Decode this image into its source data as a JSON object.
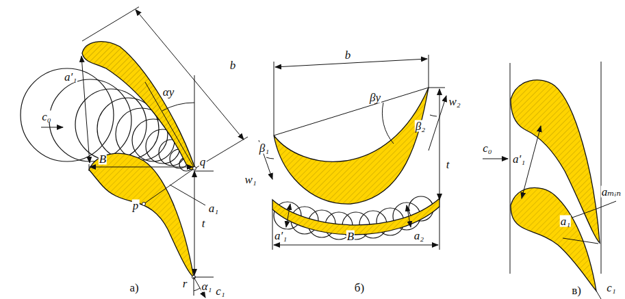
{
  "diagram": {
    "labels": [
      "b",
      "c₀",
      "a′₁",
      "αу",
      "q",
      "p",
      "a₁",
      "t",
      "B",
      "α₁",
      "r",
      "c₁",
      "а)",
      "b",
      "βу",
      "β₁",
      "w₁",
      "β₂",
      "w₂",
      "t",
      "a₂",
      "a′₁",
      "B",
      "б)",
      "c₀",
      "a′₁",
      "aₘᵢₙ",
      "a₁",
      "c₁",
      "в)"
    ]
  }
}
